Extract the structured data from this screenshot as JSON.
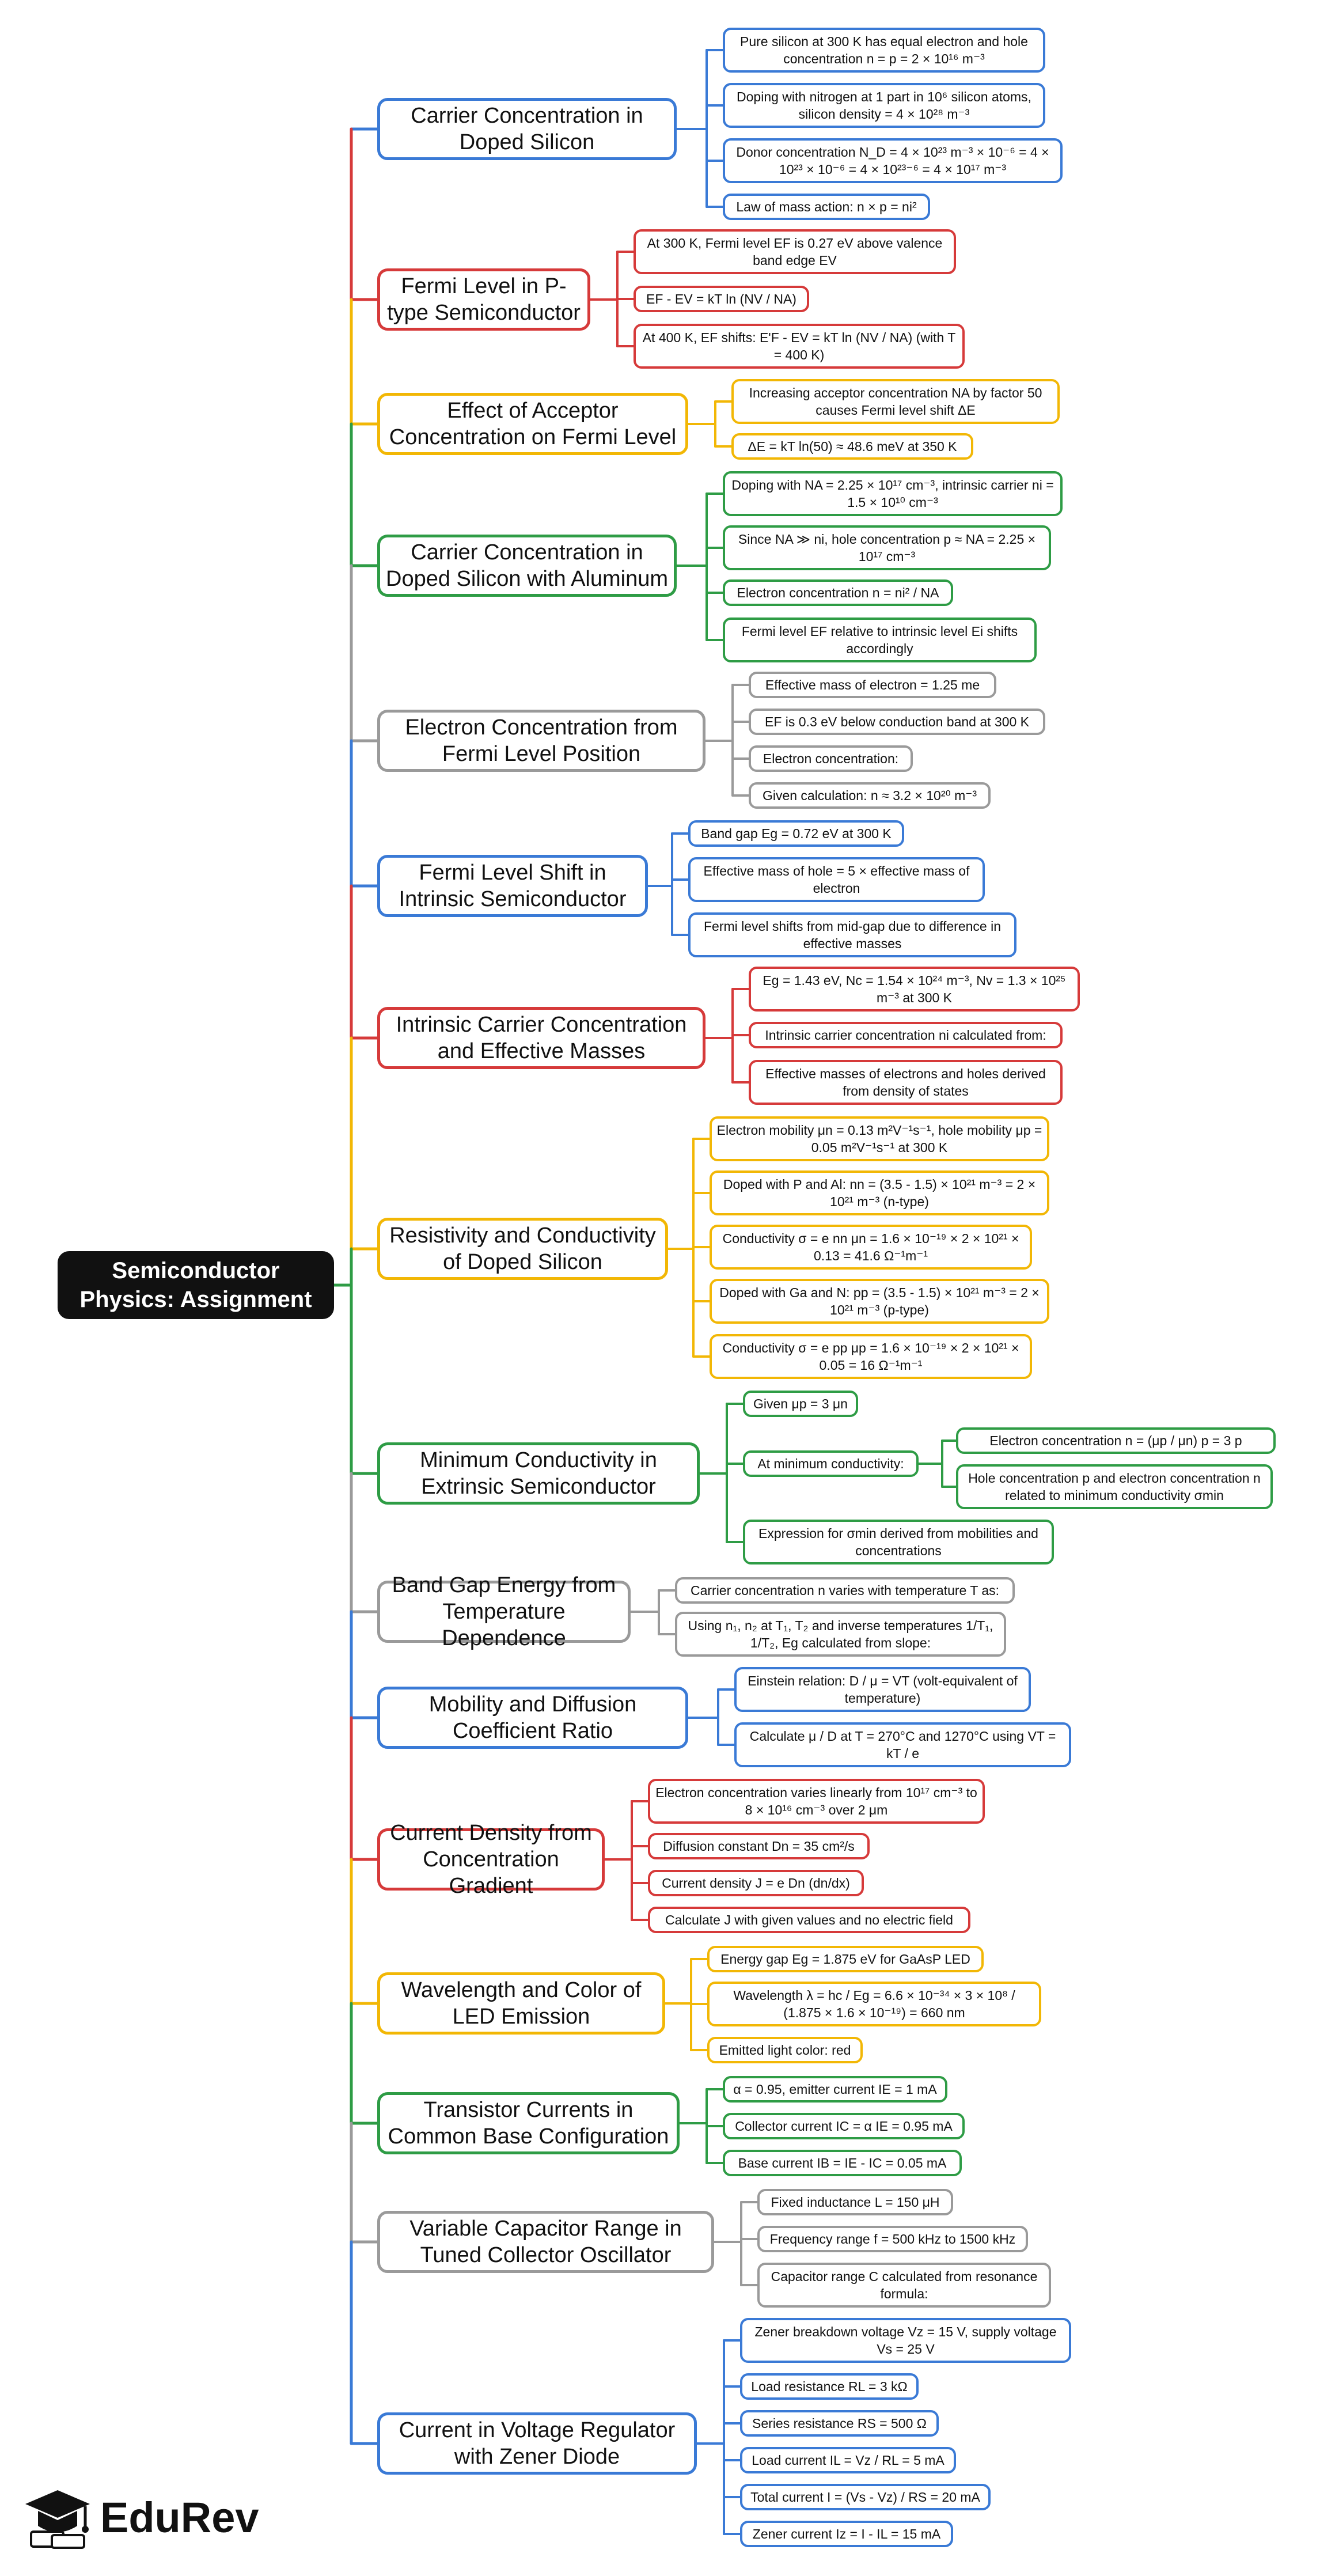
{
  "root": "Semiconductor Physics: Assignment",
  "colors": {
    "blue": "#3a7ad6",
    "red": "#d63a3a",
    "yellow": "#f2b705",
    "green": "#2e9c45",
    "gray": "#9a9a9a"
  },
  "branches": [
    {
      "id": "b1",
      "color": "blue",
      "title": "Carrier Concentration in Doped Silicon",
      "leaves": [
        "Pure silicon at 300 K has equal electron and hole concentration n = p = 2 × 10¹⁶ m⁻³",
        "Doping with nitrogen at 1 part in 10⁶ silicon atoms, silicon density = 4 × 10²⁸ m⁻³",
        "Donor concentration N_D = 4 × 10²³ m⁻³ × 10⁻⁶ = 4 × 10²³ × 10⁻⁶ = 4 × 10²³⁻⁶ = 4 × 10¹⁷ m⁻³",
        "Law of mass action: n × p = ni²"
      ]
    },
    {
      "id": "b2",
      "color": "red",
      "title": "Fermi Level in P-type Semiconductor",
      "leaves": [
        "At 300 K, Fermi level EF is 0.27 eV above valence band edge EV",
        "EF - EV = kT ln (NV / NA)",
        "At 400 K, EF shifts: E'F - EV = kT ln (NV / NA) (with T = 400 K)"
      ]
    },
    {
      "id": "b3",
      "color": "yellow",
      "title": "Effect of Acceptor Concentration on Fermi Level",
      "leaves": [
        "Increasing acceptor concentration NA by factor 50 causes Fermi level shift ΔE",
        "ΔE = kT ln(50) ≈ 48.6 meV at 350 K"
      ]
    },
    {
      "id": "b4",
      "color": "green",
      "title": "Carrier Concentration in Doped Silicon with Aluminum",
      "leaves": [
        "Doping with NA = 2.25 × 10¹⁷ cm⁻³, intrinsic carrier ni = 1.5 × 10¹⁰ cm⁻³",
        "Since NA ≫ ni, hole concentration p ≈ NA = 2.25 × 10¹⁷ cm⁻³",
        "Electron concentration n = ni² / NA",
        "Fermi level EF relative to intrinsic level Ei shifts accordingly"
      ]
    },
    {
      "id": "b5",
      "color": "gray",
      "title": "Electron Concentration from Fermi Level Position",
      "leaves": [
        "Effective mass of electron = 1.25 me",
        "EF is 0.3 eV below conduction band at 300 K",
        "Electron concentration:",
        "Given calculation: n ≈ 3.2 × 10²⁰ m⁻³"
      ]
    },
    {
      "id": "b6",
      "color": "blue",
      "title": "Fermi Level Shift in Intrinsic Semiconductor",
      "leaves": [
        "Band gap Eg = 0.72 eV at 300 K",
        "Effective mass of hole = 5 × effective mass of electron",
        "Fermi level shifts from mid-gap due to difference in effective masses"
      ]
    },
    {
      "id": "b7",
      "color": "red",
      "title": "Intrinsic Carrier Concentration and Effective Masses",
      "leaves": [
        "Eg = 1.43 eV, Nc = 1.54 × 10²⁴ m⁻³, Nv = 1.3 × 10²⁵ m⁻³ at 300 K",
        "Intrinsic carrier concentration ni calculated from:",
        "Effective masses of electrons and holes derived from density of states"
      ]
    },
    {
      "id": "b8",
      "color": "yellow",
      "title": "Resistivity and Conductivity of Doped Silicon",
      "leaves": [
        "Electron mobility μn = 0.13 m²V⁻¹s⁻¹, hole mobility μp = 0.05 m²V⁻¹s⁻¹ at 300 K",
        "Doped with P and Al: nn = (3.5 - 1.5) × 10²¹ m⁻³ = 2 × 10²¹ m⁻³ (n-type)",
        "Conductivity σ = e nn μn = 1.6 × 10⁻¹⁹ × 2 × 10²¹ × 0.13 = 41.6 Ω⁻¹m⁻¹",
        "Doped with Ga and N: pp = (3.5 - 1.5) × 10²¹ m⁻³ = 2 × 10²¹ m⁻³ (p-type)",
        "Conductivity σ = e pp μp = 1.6 × 10⁻¹⁹ × 2 × 10²¹ × 0.05 = 16 Ω⁻¹m⁻¹"
      ]
    },
    {
      "id": "b9",
      "color": "green",
      "title": "Minimum Conductivity in Extrinsic Semiconductor",
      "leaves": [
        "Given μp = 3 μn",
        "At minimum conductivity:",
        "Expression for σmin derived from mobilities and concentrations"
      ],
      "subleaves": [
        "Electron concentration n = (μp / μn) p = 3 p",
        "Hole concentration p and electron concentration n related to minimum conductivity σmin"
      ]
    },
    {
      "id": "b10",
      "color": "gray",
      "title": "Band Gap Energy from Temperature Dependence",
      "leaves": [
        "Carrier concentration n varies with temperature T as:",
        "Using n₁, n₂ at T₁, T₂ and inverse temperatures 1/T₁, 1/T₂, Eg calculated from slope:"
      ]
    },
    {
      "id": "b11",
      "color": "blue",
      "title": "Mobility and Diffusion Coefficient Ratio",
      "leaves": [
        "Einstein relation: D / μ = VT (volt-equivalent of temperature)",
        "Calculate μ / D at T = 270°C and 1270°C using VT = kT / e"
      ]
    },
    {
      "id": "b12",
      "color": "red",
      "title": "Current Density from Concentration Gradient",
      "leaves": [
        "Electron concentration varies linearly from 10¹⁷ cm⁻³ to 8 × 10¹⁶ cm⁻³ over 2 μm",
        "Diffusion constant Dn = 35 cm²/s",
        "Current density J = e Dn (dn/dx)",
        "Calculate J with given values and no electric field"
      ]
    },
    {
      "id": "b13",
      "color": "yellow",
      "title": "Wavelength and Color of LED Emission",
      "leaves": [
        "Energy gap Eg = 1.875 eV for GaAsP LED",
        "Wavelength λ = hc / Eg = 6.6 × 10⁻³⁴ × 3 × 10⁸ / (1.875 × 1.6 × 10⁻¹⁹) = 660 nm",
        "Emitted light color: red"
      ]
    },
    {
      "id": "b14",
      "color": "green",
      "title": "Transistor Currents in Common Base Configuration",
      "leaves": [
        "α = 0.95, emitter current IE = 1 mA",
        "Collector current IC = α IE = 0.95 mA",
        "Base current IB = IE - IC = 0.05 mA"
      ]
    },
    {
      "id": "b15",
      "color": "gray",
      "title": "Variable Capacitor Range in Tuned Collector Oscillator",
      "leaves": [
        "Fixed inductance L = 150 μH",
        "Frequency range f = 500 kHz to 1500 kHz",
        "Capacitor range C calculated from resonance formula:"
      ]
    },
    {
      "id": "b16",
      "color": "blue",
      "title": "Current in Voltage Regulator with Zener Diode",
      "leaves": [
        "Zener breakdown voltage Vz = 15 V, supply voltage Vs = 25 V",
        "Load resistance RL = 3 kΩ",
        "Series resistance RS = 500 Ω",
        "Load current IL = Vz / RL = 5 mA",
        "Total current I = (Vs - Vz) / RS = 20 mA",
        "Zener current Iz = I - IL = 15 mA"
      ]
    }
  ],
  "brand": "EduRev"
}
